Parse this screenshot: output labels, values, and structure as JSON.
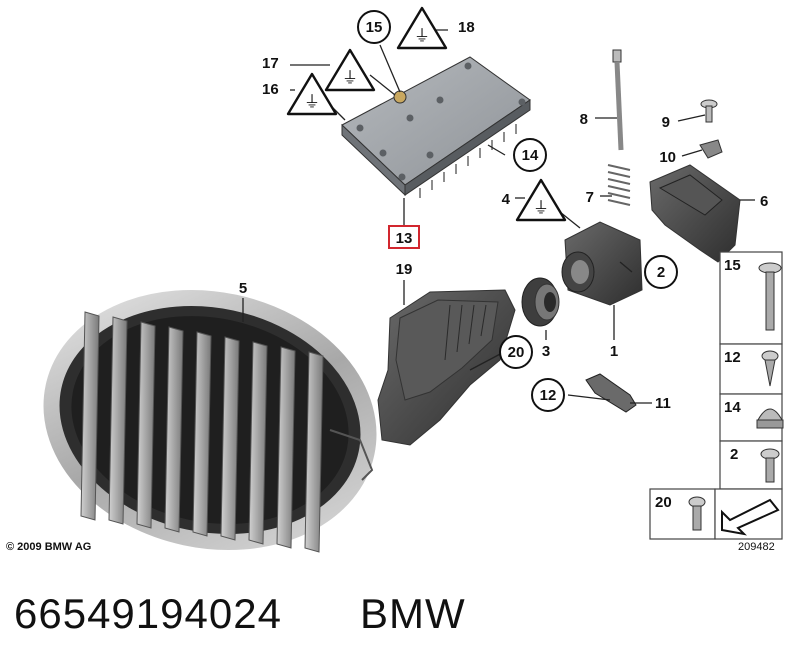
{
  "diagram": {
    "callouts": {
      "c1": "1",
      "c2": "2",
      "c3": "3",
      "c4": "4",
      "c5": "5",
      "c6": "6",
      "c7": "7",
      "c8": "8",
      "c9": "9",
      "c10": "10",
      "c11": "11",
      "c12": "12",
      "c13": "13",
      "c14": "14",
      "c15": "15",
      "c16": "16",
      "c17": "17",
      "c18": "18",
      "c19": "19",
      "c20": "20"
    },
    "side_panel": [
      "15",
      "12",
      "14",
      "2"
    ],
    "bottom_panel": "20",
    "highlighted_part": "13",
    "copyright": "© 2009 BMW AG",
    "diagram_id": "209482"
  },
  "footer": {
    "part_number": "66549194024",
    "brand": "BMW"
  },
  "colors": {
    "highlight": "#d2262e",
    "grille_chrome": "#c8c8c8",
    "part_dark": "#3a3a3a",
    "part_grey": "#9a9a9a"
  }
}
